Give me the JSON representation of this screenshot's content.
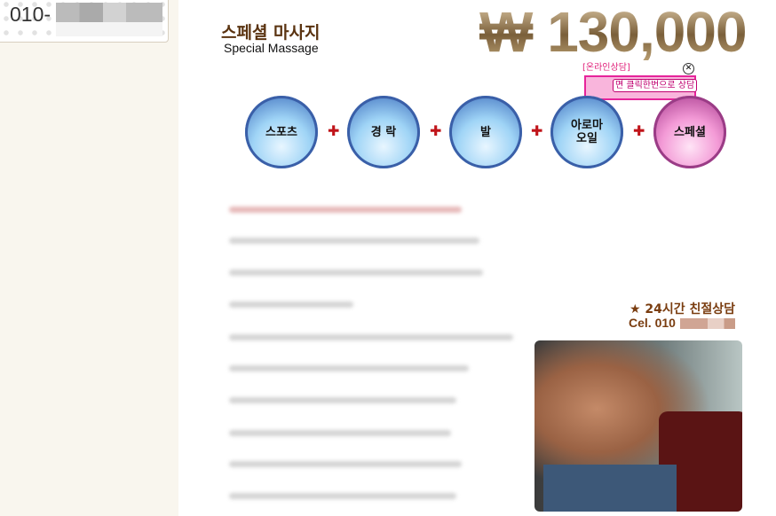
{
  "sidebar": {
    "phone_prefix": "010-"
  },
  "header": {
    "title": "스페셜 마사지",
    "subtitle": "Special Massage",
    "price": "₩ 130,000"
  },
  "ad": {
    "label": "[온라인상담]",
    "text": "면 클릭한번으로 상담",
    "close": "✕"
  },
  "courses": [
    {
      "label": "스포츠"
    },
    {
      "label": "경 락"
    },
    {
      "label": "발"
    },
    {
      "label": "아로마\n오일"
    },
    {
      "label": "스페셜"
    }
  ],
  "plus": "✚",
  "contact": {
    "headline": "★ 24시간 친절상담",
    "cel_prefix": "Cel. 010"
  }
}
